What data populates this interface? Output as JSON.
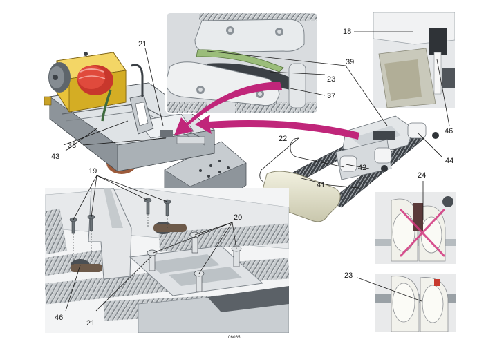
{
  "figure": {
    "code": "06065",
    "accent_color": "#c0267a",
    "callouts": [
      {
        "id": "21-top",
        "text": "21"
      },
      {
        "id": "43",
        "text": "43"
      },
      {
        "id": "38",
        "text": "38"
      },
      {
        "id": "39",
        "text": "39"
      },
      {
        "id": "23-inset",
        "text": "23"
      },
      {
        "id": "37",
        "text": "37"
      },
      {
        "id": "18",
        "text": "18"
      },
      {
        "id": "46-right",
        "text": "46"
      },
      {
        "id": "22",
        "text": "22"
      },
      {
        "id": "44",
        "text": "44"
      },
      {
        "id": "42",
        "text": "42"
      },
      {
        "id": "41",
        "text": "41"
      },
      {
        "id": "24",
        "text": "24"
      },
      {
        "id": "23-right",
        "text": "23"
      },
      {
        "id": "19",
        "text": "19"
      },
      {
        "id": "20",
        "text": "20"
      },
      {
        "id": "46-bottom",
        "text": "46"
      },
      {
        "id": "21-bottom",
        "text": "21"
      }
    ]
  }
}
